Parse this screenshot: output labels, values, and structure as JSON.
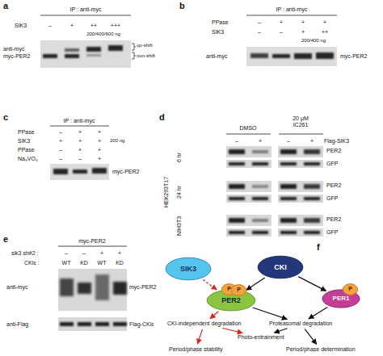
{
  "diagram": {
    "nodes": [
      {
        "text": [
          "SIK3"
        ]
      },
      {
        "text": [
          "CKI"
        ]
      },
      {
        "text": [
          "PER2"
        ]
      },
      {
        "text": [
          "P"
        ],
        "in": 2
      },
      {
        "text": [
          "P"
        ],
        "in": 2
      },
      {
        "text": [
          "PER1"
        ]
      },
      {
        "text": [
          "P"
        ],
        "in": 5
      },
      {
        "text": [
          "CKI-independent degradation"
        ]
      },
      {
        "text": [
          "Proteasomal degradation"
        ]
      },
      {
        "text": [
          "Photo-entrainment"
        ]
      },
      {
        "text": [
          "Period/phase stability"
        ]
      },
      {
        "text": [
          "Period/phase determination"
        ]
      }
    ],
    "edges": [
      {
        "from": 0,
        "to": 2,
        "arrow": "to"
      },
      {
        "from": 1,
        "to": 2,
        "arrow": "to"
      },
      {
        "from": 1,
        "to": 5,
        "arrow": "to"
      },
      {
        "from": 2,
        "to": 7,
        "arrow": "to"
      },
      {
        "from": 2,
        "to": 8,
        "arrow": "to"
      },
      {
        "from": 5,
        "to": 8,
        "arrow": "to"
      },
      {
        "from": 7,
        "to": 10,
        "arrow": "to"
      },
      {
        "from": 7,
        "to": 9,
        "arrow": "to"
      },
      {
        "from": 8,
        "to": 9,
        "arrow": "to"
      },
      {
        "from": 8,
        "to": 11,
        "arrow": "to"
      }
    ],
    "labels": [
      "a",
      "IP : anti-myc",
      "SIK3",
      "–",
      "+",
      "++",
      "+++",
      "200/400/600 ng",
      "anti-myc",
      "myc-PER2",
      "up-shift",
      "non-shift",
      "b",
      "IP : anti-myc",
      "PPase",
      "–",
      "+",
      "+",
      "+",
      "SIK3",
      "–",
      "–",
      "+",
      "++",
      "200/400 ng",
      "anti-myc",
      "myc-PER2",
      "c",
      "IP : anti-myc",
      "PPase",
      "–",
      "+",
      "+",
      "SIK3",
      "+",
      "+",
      "+",
      "200 ng",
      "PPase",
      "–",
      "+",
      "+",
      "Na₃VO₄",
      "–",
      "–",
      "+",
      "myc-PER2",
      "d",
      "DMSO",
      "20 μM IC261",
      "–",
      "+",
      "–",
      "+",
      "Flag-SIK3",
      "HEK293T17",
      "6 hr",
      "PER2",
      "GFP",
      "24 hr",
      "PER2",
      "GFP",
      "NIH3T3",
      "PER2",
      "GFP",
      "e",
      "myc-PER2",
      "sik3 sh#2 :",
      "–",
      "–",
      "+",
      "+",
      "CKIε :",
      "WT",
      "KD",
      "WT",
      "KD",
      "anti-myc",
      "myc-PER2",
      "anti-Flag",
      "Flag-CKIε",
      "f"
    ]
  }
}
